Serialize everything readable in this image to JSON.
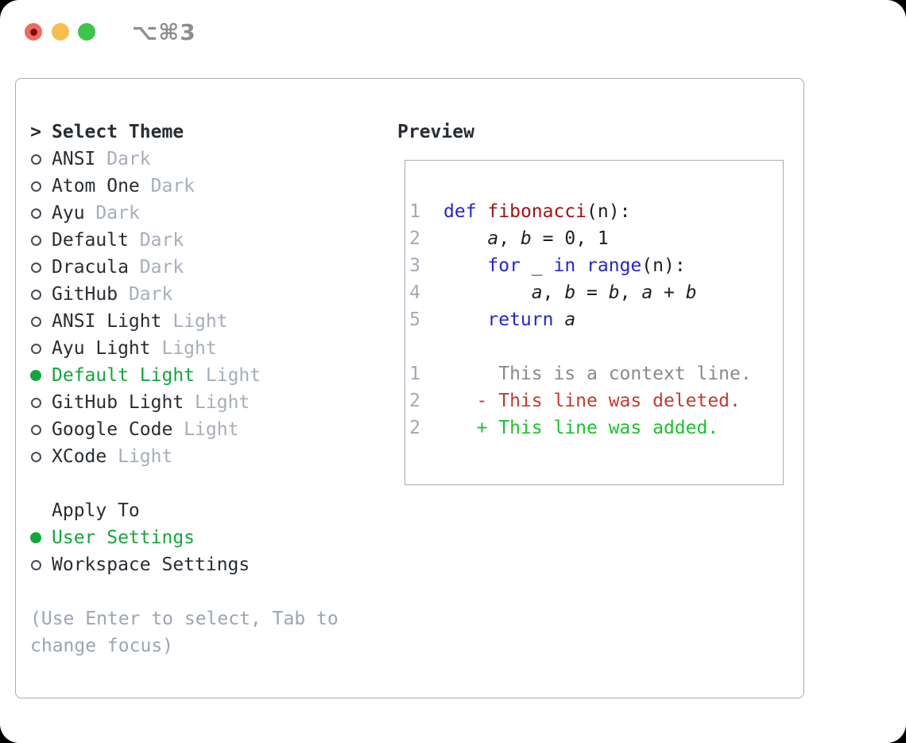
{
  "titlebar": {
    "shortcut": "⌥⌘3"
  },
  "theme_section": {
    "caret": ">",
    "header": "Select Theme",
    "themes": [
      {
        "name": "ANSI",
        "variant": "Dark",
        "selected": false
      },
      {
        "name": "Atom One",
        "variant": "Dark",
        "selected": false
      },
      {
        "name": "Ayu",
        "variant": "Dark",
        "selected": false
      },
      {
        "name": "Default",
        "variant": "Dark",
        "selected": false
      },
      {
        "name": "Dracula",
        "variant": "Dark",
        "selected": false
      },
      {
        "name": "GitHub",
        "variant": "Dark",
        "selected": false
      },
      {
        "name": "ANSI Light",
        "variant": "Light",
        "selected": false
      },
      {
        "name": "Ayu Light",
        "variant": "Light",
        "selected": false
      },
      {
        "name": "Default Light",
        "variant": "Light",
        "selected": true
      },
      {
        "name": "GitHub Light",
        "variant": "Light",
        "selected": false
      },
      {
        "name": "Google Code",
        "variant": "Light",
        "selected": false
      },
      {
        "name": "XCode",
        "variant": "Light",
        "selected": false
      }
    ]
  },
  "apply_section": {
    "header": "Apply To",
    "options": [
      {
        "label": "User Settings",
        "selected": true
      },
      {
        "label": "Workspace Settings",
        "selected": false
      }
    ]
  },
  "help_lines": [
    "(Use Enter to select, Tab to",
    "change focus)"
  ],
  "preview": {
    "header": "Preview",
    "code_lines": [
      {
        "num": "1",
        "tokens": [
          {
            "t": "def",
            "c": "kw"
          },
          {
            "t": " "
          },
          {
            "t": "fibonacci",
            "c": "fn"
          },
          {
            "t": "(n):"
          }
        ]
      },
      {
        "num": "2",
        "tokens": [
          {
            "t": "    "
          },
          {
            "t": "a",
            "c": "var"
          },
          {
            "t": ", "
          },
          {
            "t": "b",
            "c": "var"
          },
          {
            "t": " = 0, 1"
          }
        ]
      },
      {
        "num": "3",
        "tokens": [
          {
            "t": "    "
          },
          {
            "t": "for",
            "c": "kw"
          },
          {
            "t": " _ "
          },
          {
            "t": "in",
            "c": "kw"
          },
          {
            "t": " "
          },
          {
            "t": "range",
            "c": "kw"
          },
          {
            "t": "(n):"
          }
        ]
      },
      {
        "num": "4",
        "tokens": [
          {
            "t": "        "
          },
          {
            "t": "a",
            "c": "var"
          },
          {
            "t": ", "
          },
          {
            "t": "b",
            "c": "var"
          },
          {
            "t": " = "
          },
          {
            "t": "b",
            "c": "var"
          },
          {
            "t": ", "
          },
          {
            "t": "a",
            "c": "var"
          },
          {
            "t": " + "
          },
          {
            "t": "b",
            "c": "var"
          }
        ]
      },
      {
        "num": "5",
        "tokens": [
          {
            "t": "    "
          },
          {
            "t": "return",
            "c": "kw"
          },
          {
            "t": " "
          },
          {
            "t": "a",
            "c": "var"
          }
        ]
      },
      {
        "num": "",
        "tokens": []
      },
      {
        "num": "1",
        "tokens": [
          {
            "t": "     This is a context line.",
            "c": "ctx"
          }
        ]
      },
      {
        "num": "2",
        "tokens": [
          {
            "t": "   - This line was deleted.",
            "c": "del"
          }
        ]
      },
      {
        "num": "2",
        "tokens": [
          {
            "t": "   + This line was added.",
            "c": "add"
          }
        ]
      }
    ]
  },
  "colors": {
    "dark": "#282D33",
    "muted": "#A6AEBA",
    "help": "#9CA5B1",
    "ring": "#474D55",
    "green": "#13A63C",
    "border": "#A6ACB6",
    "num": "#A0A9B5",
    "code": "#1E1E1E",
    "kw": "#2424D8",
    "fn": "#A31212",
    "ctx": "#8A8A8A",
    "del": "#C8392B",
    "add": "#19C42A",
    "tl_red": "#EF6B5E",
    "tl_red_dot": "#7A0B04",
    "tl_yellow": "#F5BE4F",
    "tl_green": "#3BC64A",
    "shortcut": "#8E8E8E"
  }
}
